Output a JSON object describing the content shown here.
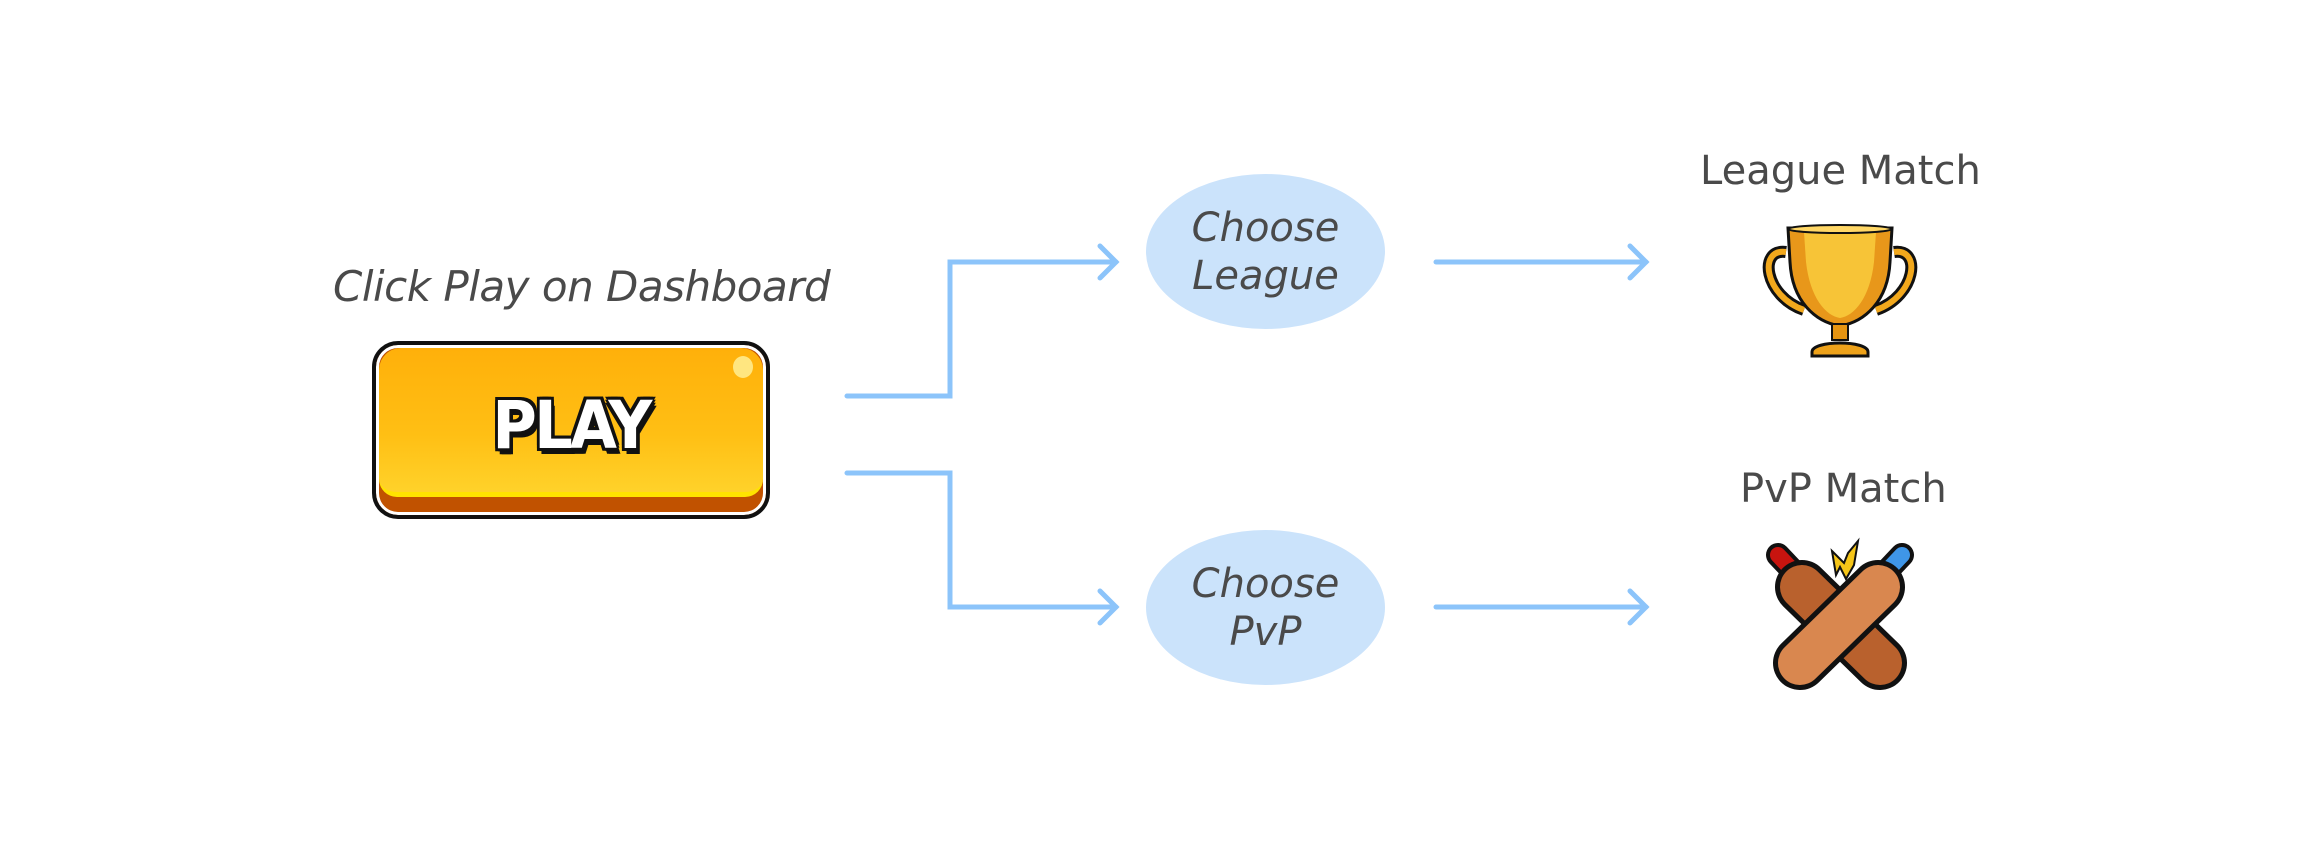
{
  "start": {
    "caption": "Click Play on Dashboard",
    "button_label": "PLAY"
  },
  "branches": [
    {
      "choice_line1": "Choose",
      "choice_line2": "League",
      "result_title": "League Match",
      "result_icon": "trophy-icon"
    },
    {
      "choice_line1": "Choose",
      "choice_line2": "PvP",
      "result_title": "PvP Match",
      "result_icon": "crossed-cricket-bats-icon"
    }
  ],
  "colors": {
    "connector": "#8cc4fa",
    "node_fill": "#cbe3fb",
    "text": "#4a4a4a",
    "button_fill": "#ffbf14",
    "button_base": "#c15200"
  }
}
